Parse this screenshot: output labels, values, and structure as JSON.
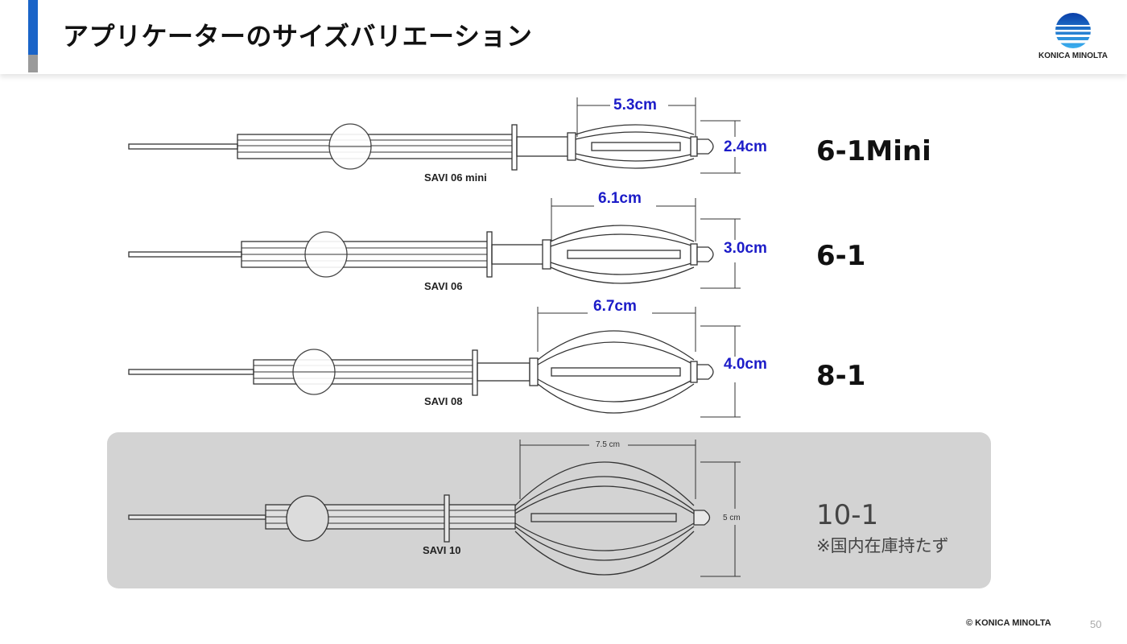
{
  "header": {
    "title": "アプリケーターのサイズバリエーション",
    "logo_text": "KONICA MINOLTA"
  },
  "rows": [
    {
      "caption": "SAVI 06 mini",
      "length": "5.3cm",
      "diameter": "2.4cm",
      "label": "6-1Mini"
    },
    {
      "caption": "SAVI 06",
      "length": "6.1cm",
      "diameter": "3.0cm",
      "label": "6-1"
    },
    {
      "caption": "SAVI 08",
      "length": "6.7cm",
      "diameter": "4.0cm",
      "label": "8-1"
    },
    {
      "caption": "SAVI 10",
      "length": "7.5 cm",
      "diameter": "5 cm",
      "label": "10-1",
      "note": "※国内在庫持たず"
    }
  ],
  "footer": {
    "copyright": "© KONICA MINOLTA",
    "page_number": "50"
  },
  "colors": {
    "accent": "#1a64c8",
    "dimension_text": "#1c1cc8",
    "panel": "#d3d3d3"
  }
}
